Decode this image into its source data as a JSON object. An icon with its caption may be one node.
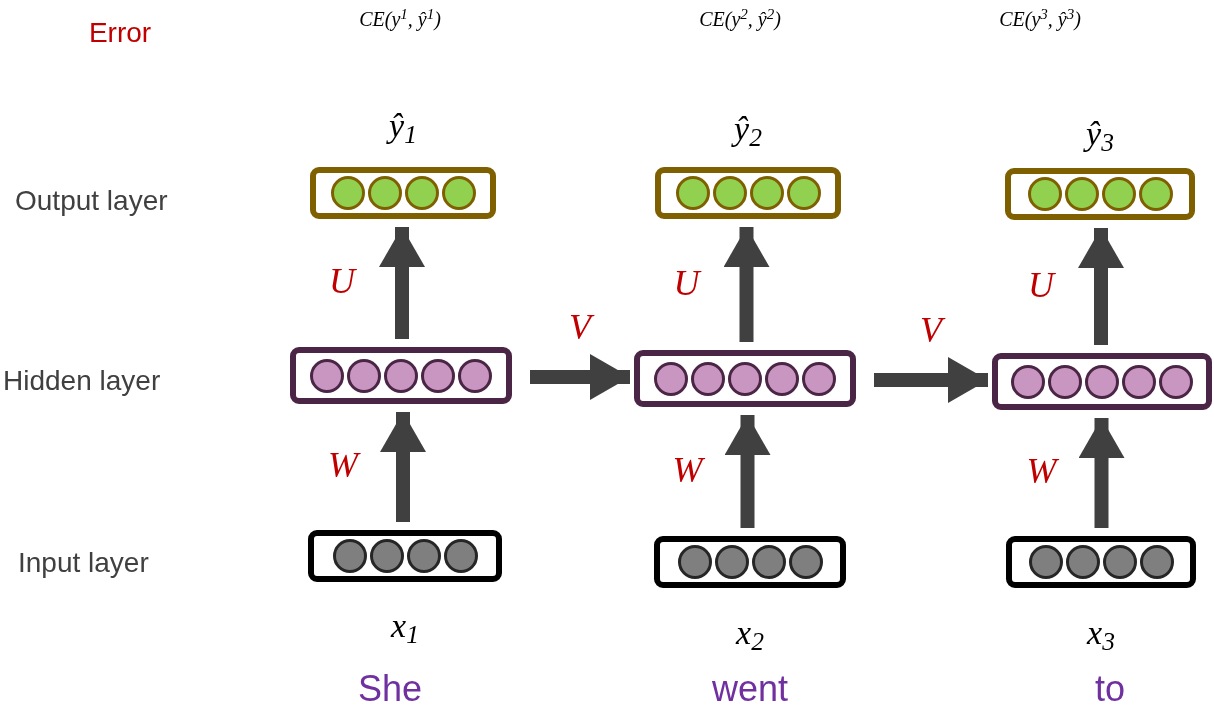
{
  "diagram": {
    "nodes": [
      {
        "text": [],
        "shape": "box",
        "beside": [
          "ŷ$_{1}$"
        ]
      },
      {
        "text": [],
        "shape": "box",
        "beside": [
          "ŷ$_{2}$"
        ]
      },
      {
        "text": [],
        "shape": "box",
        "beside": [
          "ŷ$_{3}$"
        ]
      },
      {
        "text": [],
        "shape": "box"
      },
      {
        "text": [],
        "shape": "box"
      },
      {
        "text": [],
        "shape": "box"
      },
      {
        "text": [],
        "shape": "box",
        "beside": [
          "x$_{1}$"
        ]
      },
      {
        "text": [],
        "shape": "box",
        "beside": [
          "x$_{2}$"
        ]
      },
      {
        "text": [],
        "shape": "box",
        "beside": [
          "x$_{3}$"
        ]
      }
    ],
    "edges": [
      {
        "from": 6,
        "to": 3,
        "arrow": "to",
        "label": "W"
      },
      {
        "from": 3,
        "to": 0,
        "arrow": "to",
        "label": "U"
      },
      {
        "from": 3,
        "to": 4,
        "arrow": "to",
        "label": "V"
      },
      {
        "from": 7,
        "to": 4,
        "arrow": "to",
        "label": "W"
      },
      {
        "from": 4,
        "to": 1,
        "arrow": "to",
        "label": "U"
      },
      {
        "from": 4,
        "to": 5,
        "arrow": "to",
        "label": "V"
      },
      {
        "from": 8,
        "to": 5,
        "arrow": "to",
        "label": "W"
      },
      {
        "from": 5,
        "to": 2,
        "arrow": "to",
        "label": "U"
      }
    ],
    "labels": [
      "Error",
      "CE(y$^{1}$, ŷ$^{1}$)",
      "CE(y$^{2}$, ŷ$^{2}$)",
      "CE(y$^{3}$, ŷ$^{3}$)",
      "Output layer",
      "Hidden layer",
      "Input layer",
      "She",
      "went",
      "to"
    ]
  }
}
